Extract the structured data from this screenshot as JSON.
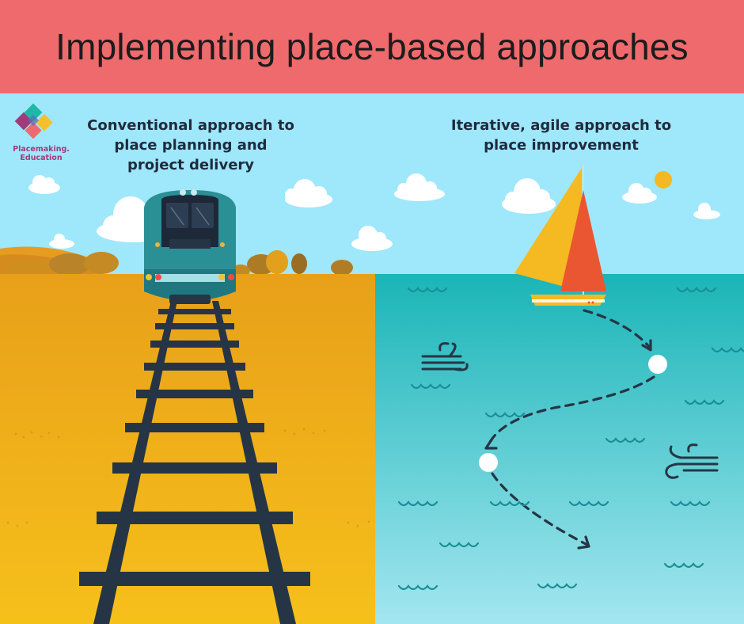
{
  "title": "Implementing place-based approaches",
  "logo": {
    "line1": "Placemaking.",
    "line2": "Education"
  },
  "left_panel": {
    "caption": [
      "Conventional approach to",
      "place planning and",
      "project delivery"
    ]
  },
  "right_panel": {
    "caption": [
      "Iterative, agile approach to",
      "place improvement"
    ]
  },
  "colors": {
    "banner": "#ef6a6c",
    "sky": "#9ee6fa",
    "sand_top": "#e9a319",
    "sand_bottom": "#f5bd1a",
    "sea_top": "#1bb7b9",
    "sea_bottom": "#9fe3ee",
    "train_teal": "#2a8f95",
    "track": "#263545",
    "sail_yellow": "#f5b922",
    "sail_red": "#ec5633",
    "path_dark": "#263545"
  }
}
